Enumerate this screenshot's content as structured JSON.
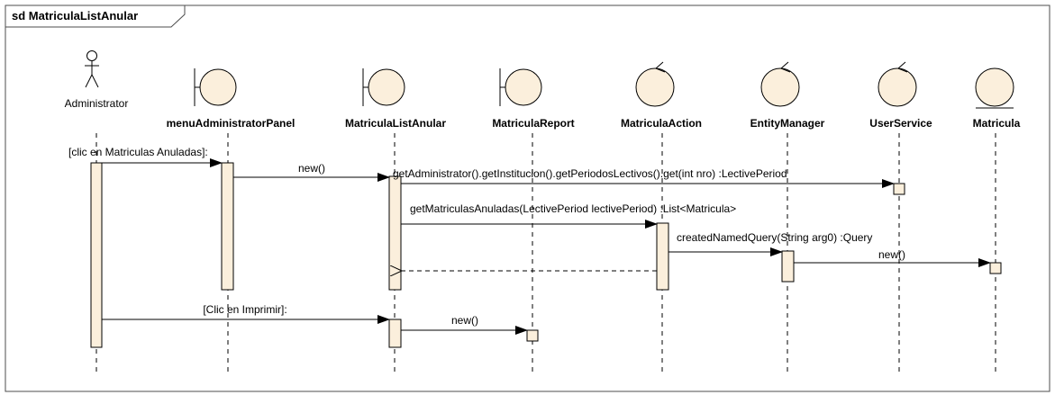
{
  "frame_title": "sd MatriculaListAnular",
  "actors": {
    "administrator": "Administrator",
    "menu_panel": "menuAdministratorPanel",
    "list_anular": "MatriculaListAnular",
    "report": "MatriculaReport",
    "action": "MatriculaAction",
    "entity_manager": "EntityManager",
    "user_service": "UserService",
    "matricula": "Matricula"
  },
  "messages": {
    "m1": "[clic en Matriculas Anuladas]:",
    "m2": "new()",
    "m3": "getAdministrator().getInstitucion().getPeriodosLectivos().get(int nro) :LectivePeriod",
    "m4": "getMatriculasAnuladas(LectivePeriod lectivePeriod) :List<Matricula>",
    "m5": "createdNamedQuery(String arg0) :Query",
    "m6": "new()",
    "m7": "[Clic en Imprimir]:",
    "m8": "new()"
  },
  "colors": {
    "activation_fill": "#fbefdc",
    "stroke": "#000000",
    "frame_stroke": "#4d4d4d"
  }
}
